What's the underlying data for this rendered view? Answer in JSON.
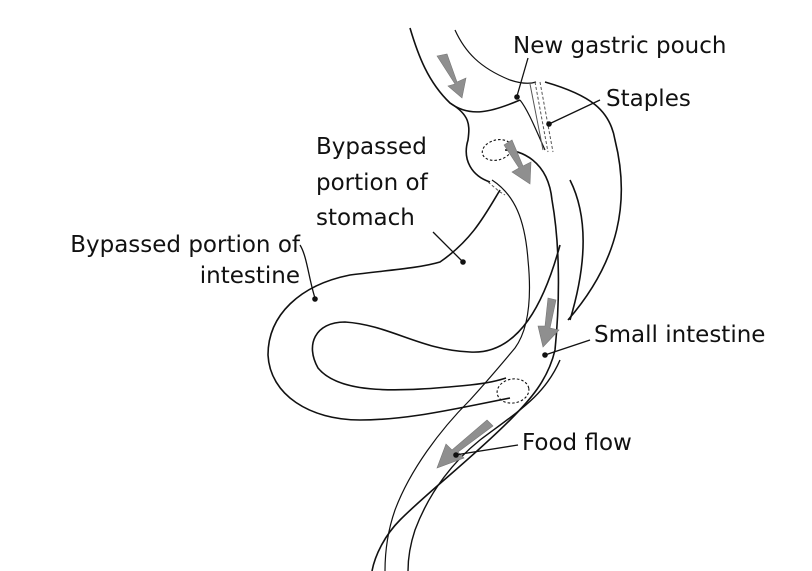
{
  "labels": {
    "new_gastric_pouch": "New gastric pouch",
    "staples": "Staples",
    "bypassed_stomach_1": "Bypassed",
    "bypassed_stomach_2": "portion of",
    "bypassed_stomach_3": "stomach",
    "bypassed_intestine_1": "Bypassed portion of",
    "bypassed_intestine_2": "intestine",
    "small_intestine": "Small intestine",
    "food_flow": "Food flow"
  },
  "colors": {
    "outline": "#111111",
    "arrow": "#8f8f8f",
    "label_text": "#111111",
    "organ_shade": "#eeeeee"
  }
}
